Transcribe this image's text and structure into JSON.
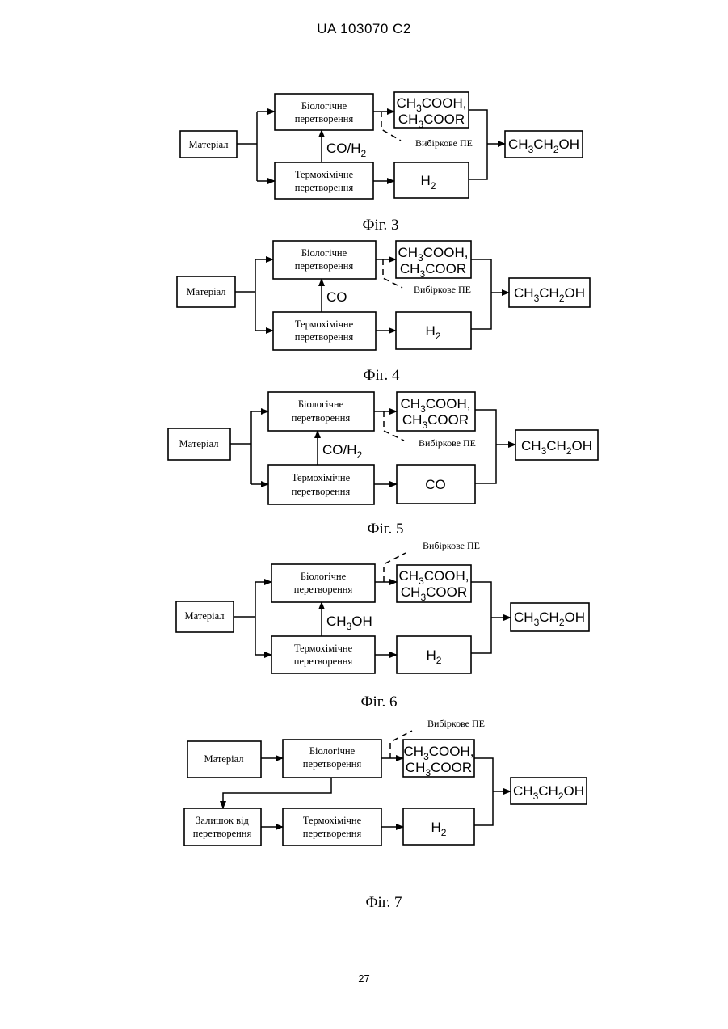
{
  "header": {
    "text": "UA   103070   C2"
  },
  "footer": {
    "page_number": "27"
  },
  "labels": {
    "material": "Матеріал",
    "bio_line1": "Біологічне",
    "bio_line2": "перетворення",
    "thermo_line1": "Термохімічне",
    "thermo_line2": "перетворення",
    "residue_line1": "Залишок від",
    "residue_line2": "перетворення",
    "selective_pe": "Вибіркове ПЕ"
  },
  "figures": [
    {
      "caption": "Фіг. 3",
      "link": "CO/H2",
      "bottom_product": "H2"
    },
    {
      "caption": "Фіг. 4",
      "link": "CO",
      "bottom_product": "H2"
    },
    {
      "caption": "Фіг. 5",
      "link": "CO/H2",
      "bottom_product": "CO"
    },
    {
      "caption": "Фіг. 6",
      "link": "CH3OH",
      "bottom_product": "H2"
    },
    {
      "caption": "Фіг. 7",
      "link": "",
      "bottom_product": "H2"
    }
  ]
}
